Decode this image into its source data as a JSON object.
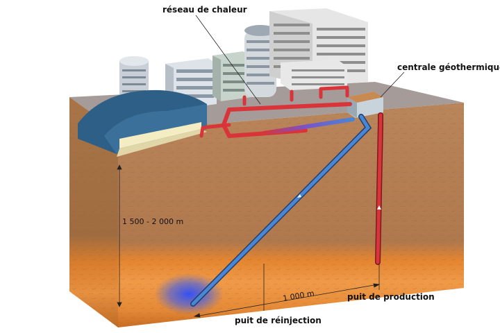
{
  "labels": {
    "network": "réseau de chaleur",
    "plant": "centrale géothermique",
    "depth": "1 500 - 2 000 m",
    "distance": "1 000 m",
    "production_well": "puit de production",
    "injection_well": "puit de réinjection"
  },
  "colors": {
    "hot_pipe": "#d8343a",
    "cold_pipe": "#4a86d4",
    "soil": "#b9865a",
    "aquifer": "#e98a33",
    "surface": "#a59b98",
    "roof": "#2e5f86"
  }
}
